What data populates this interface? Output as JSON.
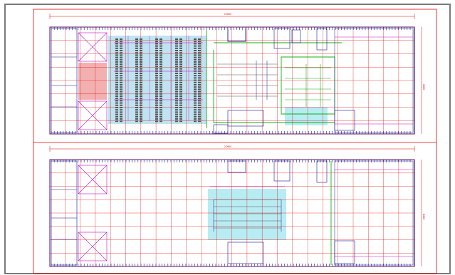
{
  "drawing": {
    "background": "#ffffff",
    "frame_color": "#7a7a7a",
    "sheet_border_color": "#e10000",
    "grid_color": "#e10000",
    "structure_color": "#c010c0",
    "wall_color": "#1a1a99",
    "pipe_color": "#10b010",
    "rack_color": "#555555",
    "zone_red": "#f3b0b0",
    "zone_blue": "#bfe3f0",
    "zone_cyan": "#b8ecf3",
    "annotation_text_color": "#e10000"
  },
  "plans": [
    {
      "id": "upper",
      "overall_dimension": "22600",
      "side_dimension": "8400",
      "area_label": "——",
      "zones": [
        "blue-storage",
        "red-zone",
        "cyan-pool",
        "equipment-green"
      ]
    },
    {
      "id": "lower",
      "overall_dimension": "22600",
      "side_dimension": "8400",
      "area_label": "——",
      "zones": [
        "cyan-process"
      ]
    }
  ]
}
